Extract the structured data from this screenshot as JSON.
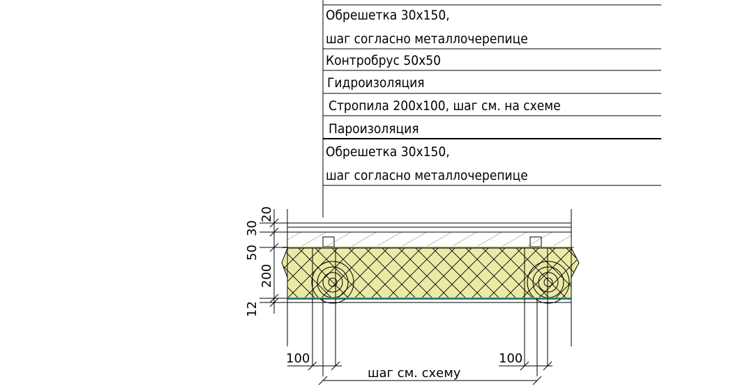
{
  "callout": {
    "layers": [
      {
        "lines": [
          "Обрешетка 30х150,",
          "шаг согласно металлочерепице"
        ]
      },
      {
        "lines": [
          "Контробрус 50х50"
        ]
      },
      {
        "lines": [
          "Гидроизоляция"
        ]
      },
      {
        "lines": [
          "Стропила 200х100, шаг см. на схеме"
        ]
      },
      {
        "lines": [
          "Пароизоляция"
        ]
      },
      {
        "lines": [
          "Обрешетка 30х150,",
          "шаг согласно металлочерепице"
        ]
      }
    ]
  },
  "dimensions": {
    "vertical": [
      "20",
      "30",
      "50",
      "200",
      "12"
    ],
    "bottom_left": "100",
    "bottom_right": "100",
    "spacing": "шаг см. схему"
  },
  "colors": {
    "insulation": "#e9eaa5",
    "membrane": "#2fb7a0",
    "batten": "#d8d8d8",
    "lining": "#c8c8c8"
  }
}
